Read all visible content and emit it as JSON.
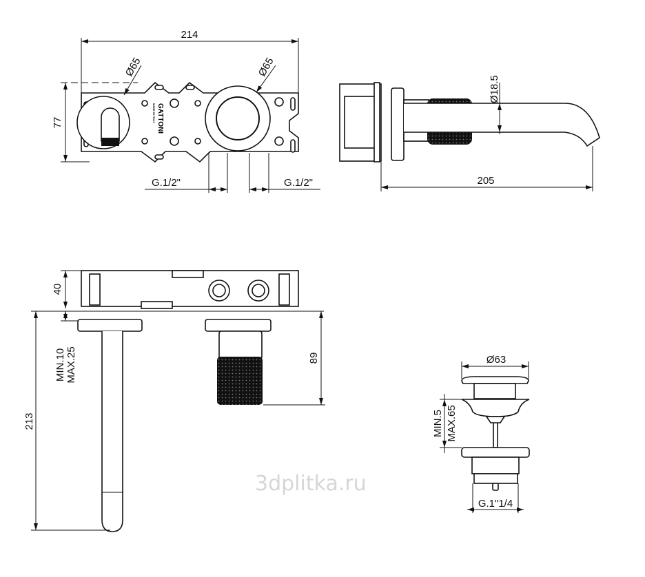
{
  "drawing": {
    "brand_logo": "GATTONI",
    "brand_sub": "MADE IN ITALY",
    "watermark": "3dplitka.ru",
    "colors": {
      "line": "#111111",
      "background": "#ffffff",
      "watermark": "#d6d6d6"
    }
  },
  "top_view": {
    "width_dim": "214",
    "spout_diameter": "Ø65",
    "handle_diameter": "Ø65",
    "height_dim": "77",
    "inlet_left": "G.1/2\"",
    "inlet_right": "G.1/2\""
  },
  "side_view": {
    "spout_diameter": "Ø18.5",
    "projection_dim": "205"
  },
  "front_view": {
    "box_depth_dim": "40",
    "wall_min": "MIN.10",
    "wall_max": "MAX.25",
    "handle_dim": "89",
    "spout_length_dim": "213"
  },
  "drain_view": {
    "cap_diameter": "Ø63",
    "min_dim": "MIN.5",
    "max_dim": "MAX.65",
    "thread": "G.1\"1/4"
  }
}
